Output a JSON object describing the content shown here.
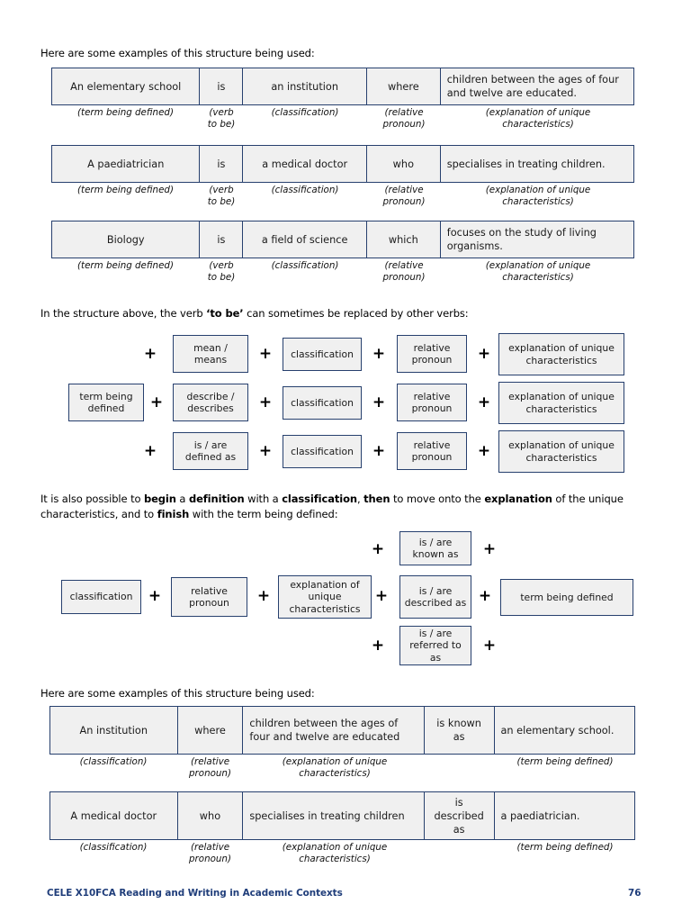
{
  "document": {
    "title": "Definition structures worksheet",
    "accent_color": "#27406e",
    "cell_fill": "#f0f0f0",
    "footer_color": "#1f3d7a"
  },
  "section1": {
    "intro": "Here are some examples of this structure being used:",
    "columns": [
      "term being defined",
      "verb to be",
      "classification",
      "relative pronoun",
      "explanation of unique characteristics"
    ],
    "captions": [
      "(term being defined)",
      "(verb\nto be)",
      "(classification)",
      "(relative\npronoun)",
      "(explanation of unique\ncharacteristics)"
    ],
    "caption_0": "(term being defined)",
    "caption_1": "(verb to be)",
    "caption_2": "(classification)",
    "caption_3": "(relative pronoun)",
    "caption_4": "(explanation of unique characteristics)",
    "rows": [
      {
        "term": "An elementary school",
        "verb": "is",
        "classification": "an institution",
        "pronoun": "where",
        "explanation": "children between the ages of four and twelve are educated."
      },
      {
        "term": "A paediatrician",
        "verb": "is",
        "classification": "a medical doctor",
        "pronoun": "who",
        "explanation": "specialises in treating children."
      },
      {
        "term": "Biology",
        "verb": "is",
        "classification": "a field of science",
        "pronoun": "which",
        "explanation": "focuses on the study of living organisms."
      }
    ]
  },
  "section2": {
    "intro_part1": "In the structure above, the verb ",
    "intro_bold": "‘to be’",
    "intro_part2": " can sometimes be replaced by other verbs:",
    "term_box": "term being defined",
    "plus": "+",
    "rows": [
      {
        "verb": "mean / means",
        "classification": "classification",
        "pronoun": "relative pronoun",
        "explanation": "explanation of unique characteristics"
      },
      {
        "verb": "describe / describes",
        "classification": "classification",
        "pronoun": "relative pronoun",
        "explanation": "explanation of unique characteristics"
      },
      {
        "verb": "is / are defined as",
        "classification": "classification",
        "pronoun": "relative pronoun",
        "explanation": "explanation of unique characteristics"
      }
    ]
  },
  "section3": {
    "intro_line1_a": "It is also possible to ",
    "intro_b1": "begin",
    "intro_line1_b": " a ",
    "intro_b2": "definition",
    "intro_line1_c": " with a ",
    "intro_b3": "classification",
    "intro_line1_d": ", ",
    "intro_b4": "then",
    "intro_line1_e": " to move onto the ",
    "intro_b5": "explanation",
    "intro_line1_f": " of",
    "intro_line2_a": "the unique characteristics, and to ",
    "intro_b6": "finish",
    "intro_line2_b": " with the term being defined:",
    "classification": "classification",
    "pronoun": "relative pronoun",
    "explanation": "explanation of unique characteristics",
    "verb_options": [
      "is / are known as",
      "is / are described as",
      "is / are referred to as"
    ],
    "term_box": "term being defined",
    "plus": "+"
  },
  "section4": {
    "intro": "Here are some examples of this structure being used:",
    "caption_0": "(classification)",
    "caption_1": "(relative pronoun)",
    "caption_2": "(explanation of unique characteristics)",
    "caption_3": "(term being defined)",
    "rows": [
      {
        "classification": "An institution",
        "pronoun": "where",
        "explanation": "children between the ages of four and twelve are educated",
        "verb": "is known as",
        "term": "an elementary school."
      },
      {
        "classification": "A medical doctor",
        "pronoun": "who",
        "explanation": "specialises in treating children",
        "verb": "is described as",
        "term": "a paediatrician."
      }
    ]
  },
  "footer": {
    "text": "CELE X10FCA Reading and Writing in Academic Contexts",
    "page": "76"
  }
}
